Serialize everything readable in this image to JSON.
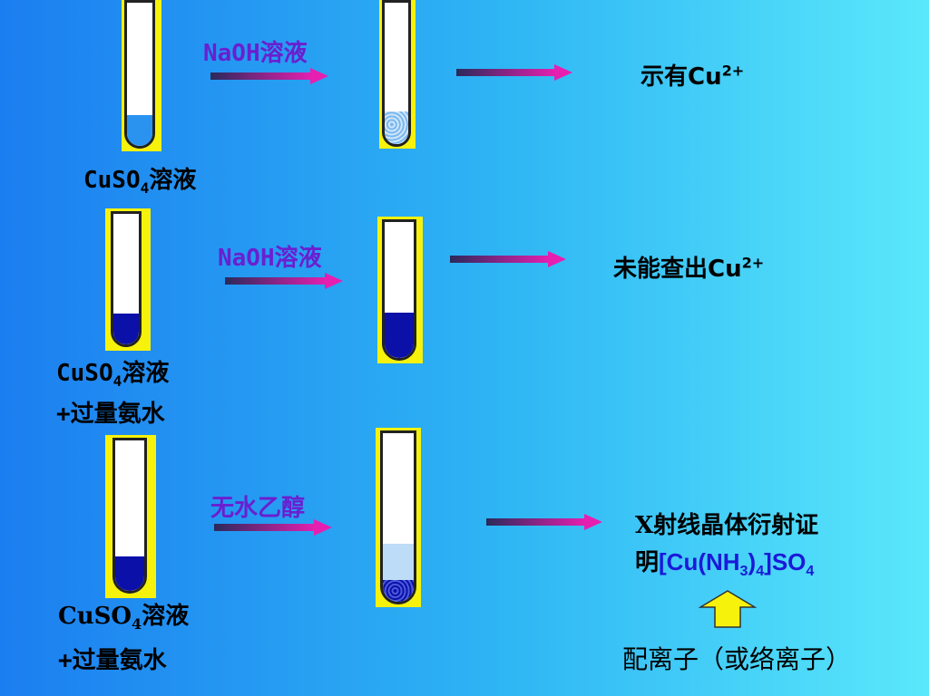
{
  "row1": {
    "reagent": "NaOH溶液",
    "solution_label": "CuSO",
    "solution_sub": "4",
    "solution_suffix": "溶液",
    "result_text": "示有Cu",
    "result_sup": "2+"
  },
  "row2": {
    "reagent": "NaOH溶液",
    "solution_label": "CuSO",
    "solution_sub": "4",
    "solution_suffix": "溶液",
    "solution_line2": "+过量氨水",
    "result_text": "未能查出Cu",
    "result_sup": "2+"
  },
  "row3": {
    "reagent": "无水乙醇",
    "solution_label": "CuSO",
    "solution_sub": "4",
    "solution_suffix": "溶液",
    "solution_line2": "+过量氨水",
    "result_line1": "X射线晶体衍射证",
    "result_line2_prefix": "明",
    "formula_a": "[Cu(NH",
    "formula_sub1": "3",
    "formula_b": ")",
    "formula_sub2": "4",
    "formula_c": "]SO",
    "formula_sub3": "4",
    "bottom_note": "配离子（或络离子）"
  },
  "colors": {
    "light_blue_solution": "#2a93f0",
    "dark_blue_solution": "#0b10a8",
    "precipitate_blue": "#7ab8ef",
    "tube_frame": "#f6f20b",
    "arrow_pink": "#e61fb0",
    "arrow_dark": "#2a2a5a",
    "reagent_text": "#6a1fd0",
    "formula_text": "#1a1ad8"
  },
  "icons": {
    "process_arrow": "right-arrow-icon",
    "up_arrow": "up-arrow-icon"
  }
}
